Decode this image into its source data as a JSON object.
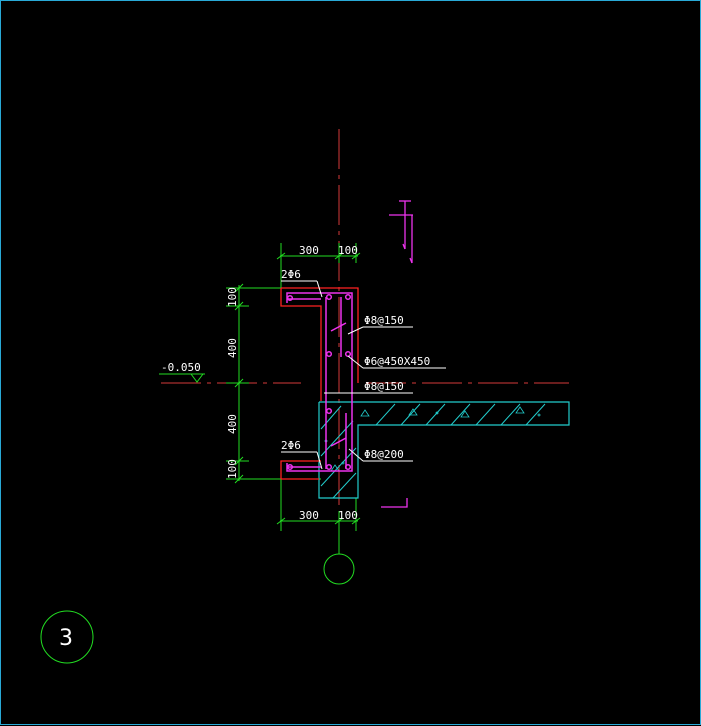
{
  "drawing": {
    "background": "#000000",
    "frame_color": "#29a9d6",
    "colors": {
      "axis": "#d43a3a",
      "dimension": "#22dd22",
      "beam_outline": "#ff2222",
      "rebar": "#ee33ee",
      "slab": "#22cccc",
      "leader": "#ffffff"
    },
    "dims_top": {
      "left": "300",
      "right": "100"
    },
    "dims_bottom": {
      "left": "300",
      "right": "100"
    },
    "dims_left": {
      "top": "100",
      "upper": "400",
      "lower": "400",
      "bottom": "100"
    },
    "labels": {
      "top_bar": "2Φ6",
      "bottom_bar": "2Φ6",
      "stirrup_1": "Φ8@150",
      "tie": "Φ6@450X450",
      "stirrup_2": "Φ8@150",
      "slab_bar": "Φ8@200",
      "elevation": "-0.050"
    },
    "detail_number": "3",
    "section_mark_icon": "section-cut-icon",
    "axis_bubble_icon": "axis-bubble-icon"
  }
}
